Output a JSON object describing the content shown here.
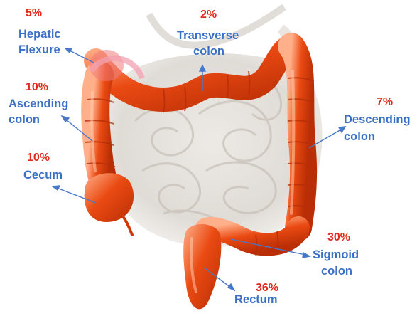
{
  "colors": {
    "percent_text": "#e02a1c",
    "name_text": "#3a6fc4",
    "arrow": "#4a78c8",
    "colon_main": "#ea4a12",
    "colon_light": "#fb8a4a",
    "colon_dark": "#b92e06",
    "background_organs": "#d8d3cd"
  },
  "segments": [
    {
      "id": "hepatic_flexure",
      "percent": "5%",
      "name_lines": [
        "Hepatic",
        "Flexure"
      ]
    },
    {
      "id": "transverse",
      "percent": "2%",
      "name_lines": [
        "Transverse",
        "colon"
      ]
    },
    {
      "id": "ascending",
      "percent": "10%",
      "name_lines": [
        "Ascending",
        "colon"
      ]
    },
    {
      "id": "descending",
      "percent": "7%",
      "name_lines": [
        "Descending",
        "colon"
      ]
    },
    {
      "id": "cecum",
      "percent": "10%",
      "name_lines": [
        "Cecum"
      ]
    },
    {
      "id": "sigmoid",
      "percent": "30%",
      "name_lines": [
        "Sigmoid",
        "colon"
      ]
    },
    {
      "id": "rectum",
      "percent": "36%",
      "name_lines": [
        "Rectum"
      ]
    }
  ]
}
